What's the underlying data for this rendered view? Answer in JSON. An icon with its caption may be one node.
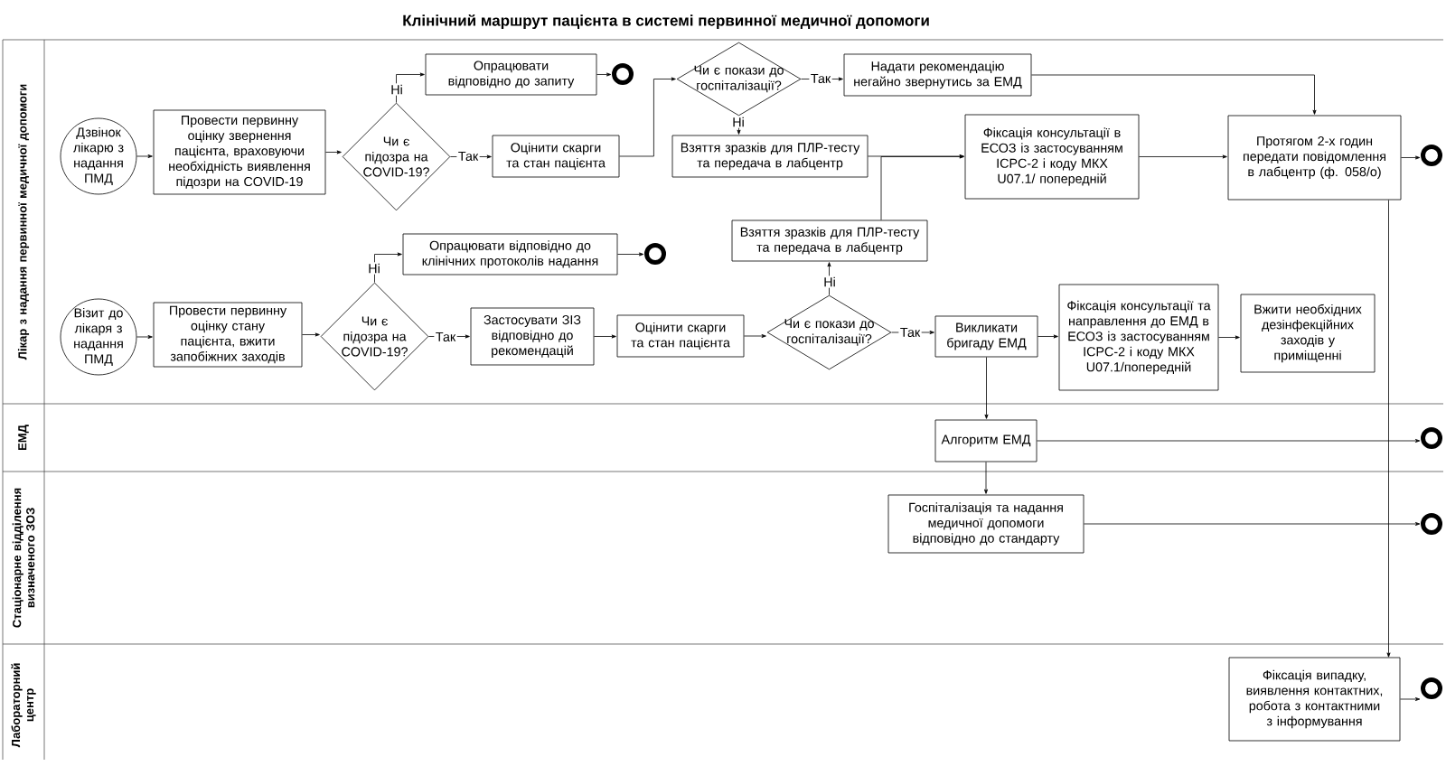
{
  "diagram": {
    "title": "Клінічний маршрут пацієнта в системі первинної медичної допомоги",
    "nodes": [
      {
        "text": [
          "Лікар з надання первинної медичної допомоги"
        ]
      },
      {
        "text": [
          "ЕМД"
        ]
      },
      {
        "text": [
          "Стаціонарне відділення визначеного ЗОЗ"
        ]
      },
      {
        "text": [
          "Лабораторний центр"
        ]
      },
      {
        "text": [
          "Дзвінок лікарю з надання ПМД"
        ],
        "in": 0
      },
      {
        "text": [
          "Провести первинну оцінку звернення пацієнта, враховуючи необхідність виявлення підозри на COVID-19"
        ],
        "in": 0
      },
      {
        "text": [
          "Чи є підозра на COVID-19?"
        ],
        "in": 0
      },
      {
        "text": [
          "Опрацювати відповідно до запиту"
        ],
        "in": 0
      },
      {
        "text": [],
        "shape": "circle",
        "in": 0
      },
      {
        "text": [
          "Оцінити скарги та стан пацієнта"
        ],
        "in": 0
      },
      {
        "text": [
          "Чи є покази до госпіталізації?"
        ],
        "in": 0
      },
      {
        "text": [
          "Надати рекомендацію негайно звернутись за ЕМД"
        ],
        "in": 0
      },
      {
        "text": [
          "Взяття зразків для ПЛР-тесту та передача в лабцентр"
        ],
        "in": 0
      },
      {
        "text": [
          "Фіксація консультації в ЕСОЗ із застосуванням ICPC-2 і коду МКХ U07.1/ попередній"
        ],
        "in": 0
      },
      {
        "text": [
          "Протягом 2-х годин передати повідомлення в лабцентр (ф. 058/о)"
        ],
        "in": 0
      },
      {
        "text": [],
        "shape": "circle",
        "in": 0
      },
      {
        "text": [
          "Взяття зразків для ПЛР-тесту та передача в лабцентр"
        ],
        "in": 0
      },
      {
        "text": [
          "Опрацювати відповідно до клінічних протоколів надання"
        ],
        "in": 0
      },
      {
        "text": [],
        "shape": "circle",
        "in": 0
      },
      {
        "text": [
          "Візит до лікаря з надання ПМД"
        ],
        "in": 0
      },
      {
        "text": [
          "Провести первинну оцінку стану пацієнта, вжити запобіжних заходів"
        ],
        "in": 0
      },
      {
        "text": [
          "Чи є підозра на COVID-19?"
        ],
        "in": 0
      },
      {
        "text": [
          "Застосувати ЗІЗ відповідно до рекомендацій"
        ],
        "in": 0
      },
      {
        "text": [
          "Оцінити скарги та стан пацієнта"
        ],
        "in": 0
      },
      {
        "text": [
          "Чи є покази до госпіталізації?"
        ],
        "in": 0
      },
      {
        "text": [
          "Викликати бригаду ЕМД"
        ],
        "in": 0
      },
      {
        "text": [
          "Фіксація консультації та направлення до ЕМД в ЕСОЗ із застосуванням ICPC-2 і коду МКХ U07.1/попередній"
        ],
        "in": 0
      },
      {
        "text": [
          "Вжити необхідних дезінфекційних заходів у приміщенні"
        ],
        "in": 0
      },
      {
        "text": [
          "Алгоритм ЕМД"
        ],
        "in": 1
      },
      {
        "text": [],
        "shape": "circle",
        "in": 1
      },
      {
        "text": [
          "Госпіталізація та надання медичної допомоги відповідно до стандарту"
        ],
        "in": 2
      },
      {
        "text": [],
        "shape": "circle",
        "in": 2
      },
      {
        "text": [
          "Фіксація випадку, виявлення контактних, робота з контактними з інформування"
        ],
        "in": 3
      },
      {
        "text": [],
        "shape": "circle",
        "in": 3
      }
    ],
    "edges": [
      {
        "from": 4,
        "to": 5,
        "arrow": "to"
      },
      {
        "from": 5,
        "to": 6,
        "arrow": "to"
      },
      {
        "from": 6,
        "to": 7,
        "arrow": "to",
        "label": "Ні"
      },
      {
        "from": 6,
        "to": 9,
        "arrow": "to",
        "label": "Так"
      },
      {
        "from": 7,
        "to": 8,
        "arrow": "to"
      },
      {
        "from": 9,
        "to": 10,
        "arrow": "to"
      },
      {
        "from": 10,
        "to": 11,
        "arrow": "to",
        "label": "Так"
      },
      {
        "from": 10,
        "to": 12,
        "arrow": "to",
        "label": "Ні"
      },
      {
        "from": 12,
        "to": 13,
        "arrow": "to"
      },
      {
        "from": 11,
        "to": 14,
        "arrow": "to"
      },
      {
        "from": 13,
        "to": 14,
        "arrow": "to"
      },
      {
        "from": 14,
        "to": 15,
        "arrow": "to"
      },
      {
        "from": 16,
        "to": 13,
        "arrow": "to"
      },
      {
        "from": 14,
        "to": 32,
        "arrow": "to"
      },
      {
        "from": 17,
        "to": 18,
        "arrow": "to"
      },
      {
        "from": 19,
        "to": 20,
        "arrow": "to"
      },
      {
        "from": 20,
        "to": 21,
        "arrow": "to"
      },
      {
        "from": 21,
        "to": 17,
        "arrow": "to",
        "label": "Ні"
      },
      {
        "from": 21,
        "to": 22,
        "arrow": "to",
        "label": "Так"
      },
      {
        "from": 22,
        "to": 23,
        "arrow": "to"
      },
      {
        "from": 23,
        "to": 24,
        "arrow": "to"
      },
      {
        "from": 24,
        "to": 16,
        "arrow": "to",
        "label": "Ні"
      },
      {
        "from": 24,
        "to": 25,
        "arrow": "to",
        "label": "Так"
      },
      {
        "from": 25,
        "to": 26,
        "arrow": "to"
      },
      {
        "from": 26,
        "to": 27,
        "arrow": "to"
      },
      {
        "from": 25,
        "to": 28,
        "arrow": "to"
      },
      {
        "from": 28,
        "to": 29,
        "arrow": "to"
      },
      {
        "from": 28,
        "to": 30,
        "arrow": "to"
      },
      {
        "from": 30,
        "to": 31,
        "arrow": "to"
      },
      {
        "from": 32,
        "to": 33,
        "arrow": "to"
      }
    ]
  }
}
